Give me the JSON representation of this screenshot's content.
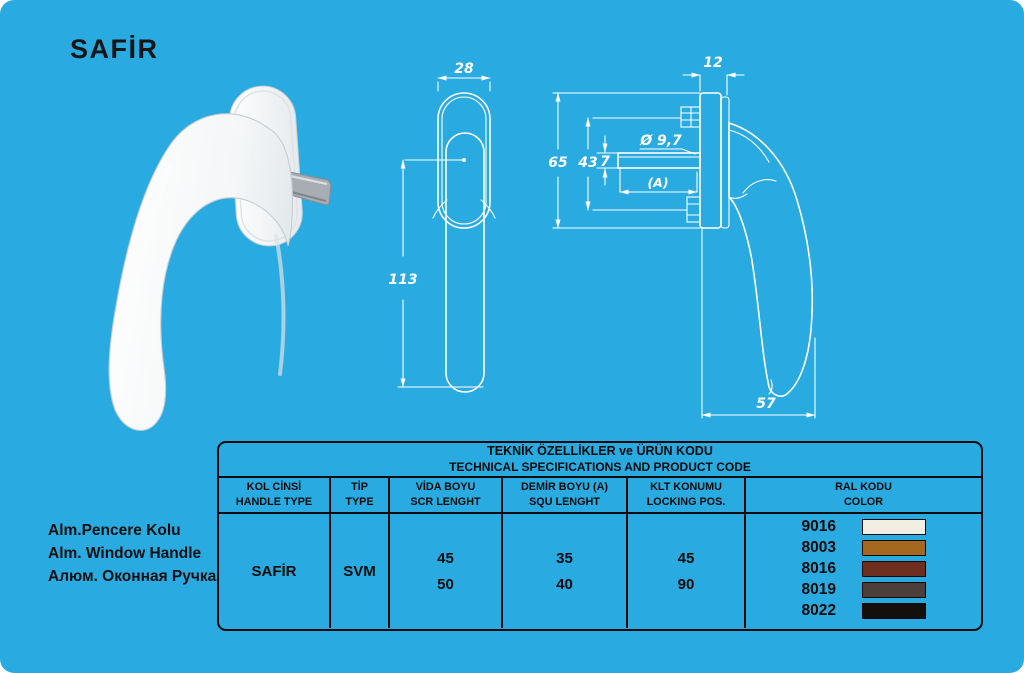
{
  "page": {
    "title": "SAFİR",
    "background_color": "#29ABE2"
  },
  "side_labels": {
    "tr": "Alm.Pencere Kolu",
    "en": "Alm. Window Handle",
    "ru": "Алюм. Оконная Ручка"
  },
  "drawings": {
    "front_view": {
      "width": "28",
      "height": "113"
    },
    "side_view": {
      "thickness": "12",
      "plate_height": "65",
      "screw_span": "43",
      "spindle_thickness": "7",
      "hole_diameter": "Ø 9,7",
      "square_label": "(A)",
      "depth": "57"
    }
  },
  "table": {
    "title_tr": "TEKNİK ÖZELLİKLER ve ÜRÜN KODU",
    "title_en": "TECHNICAL SPECIFICATIONS AND PRODUCT CODE",
    "columns": [
      {
        "tr": "KOL CİNSİ",
        "en": "HANDLE TYPE"
      },
      {
        "tr": "TİP",
        "en": "TYPE"
      },
      {
        "tr": "VİDA BOYU",
        "en": "SCR LENGHT"
      },
      {
        "tr": "DEMİR BOYU (A)",
        "en": "SQU LENGHT"
      },
      {
        "tr": "KLT KONUMU",
        "en": "LOCKING POS."
      },
      {
        "tr": "RAL KODU",
        "en": "COLOR"
      }
    ],
    "row": {
      "handle_type": "SAFİR",
      "type": "SVM",
      "scr_length": [
        "45",
        "50"
      ],
      "squ_length": [
        "35",
        "40"
      ],
      "locking_pos": [
        "45",
        "90"
      ]
    },
    "ral_colors": [
      {
        "code": "9016",
        "hex": "#F2EFE2"
      },
      {
        "code": "8003",
        "hex": "#A5681F"
      },
      {
        "code": "8016",
        "hex": "#6E2F1E"
      },
      {
        "code": "8019",
        "hex": "#4C3E38"
      },
      {
        "code": "8022",
        "hex": "#140F0B"
      }
    ]
  }
}
